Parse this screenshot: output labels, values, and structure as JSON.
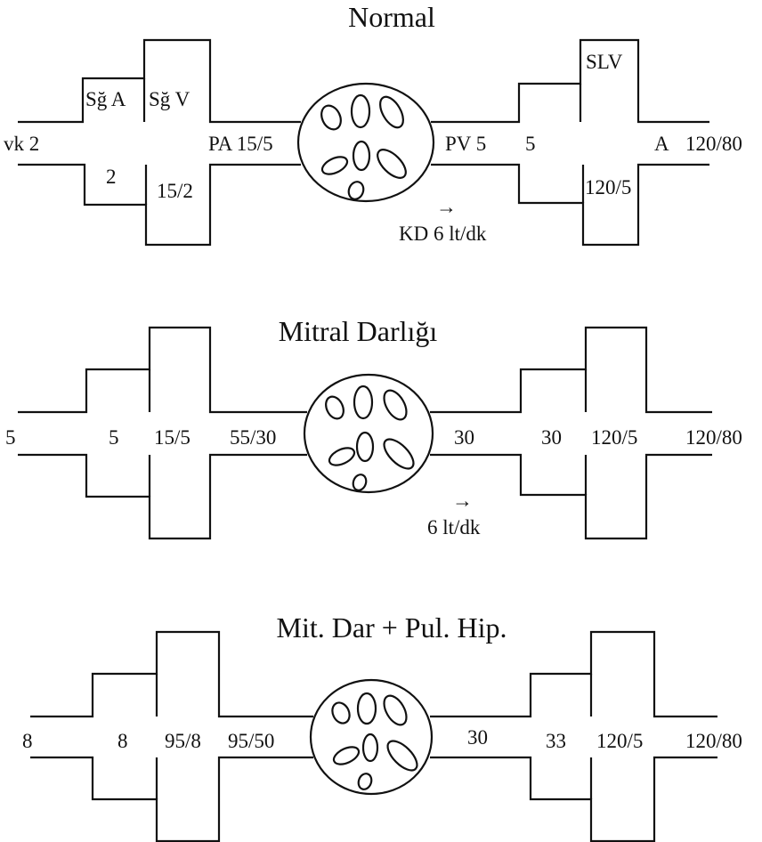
{
  "panels": [
    {
      "title": "Normal",
      "labels": {
        "ra_name": "Sğ A",
        "rv_name": "Sğ V",
        "lv_name": "SLV",
        "vein": "vk 2",
        "ra": "2",
        "rv": "15/2",
        "pa": "PA 15/5",
        "pv": "PV 5",
        "la": "5",
        "lv": "120/5",
        "aorta_name": "A",
        "aorta": "120/80",
        "arrow": "→",
        "flow": "KD  6 lt/dk"
      }
    },
    {
      "title": "Mitral Darlığı",
      "labels": {
        "vein": "5",
        "ra": "5",
        "rv": "15/5",
        "pa": "55/30",
        "pv": "30",
        "la": "30",
        "lv": "120/5",
        "aorta": "120/80",
        "arrow": "→",
        "flow": "6 lt/dk"
      }
    },
    {
      "title": "Mit. Dar + Pul. Hip.",
      "labels": {
        "vein": "8",
        "ra": "8",
        "rv": "95/8",
        "pa": "95/50",
        "pv": "30",
        "la": "33",
        "lv": "120/5",
        "aorta": "120/80"
      }
    }
  ]
}
